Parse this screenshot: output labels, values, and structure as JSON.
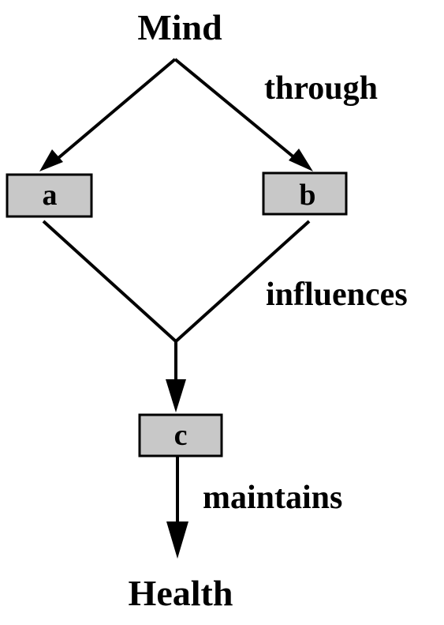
{
  "nodes": {
    "source": "Mind",
    "a": "a",
    "b": "b",
    "c": "c",
    "target": "Health"
  },
  "edge_labels": {
    "through": "through",
    "influences": "influences",
    "maintains": "maintains"
  },
  "colors": {
    "box_fill": "#c8c8c8",
    "line": "#000000",
    "text": "#000000"
  }
}
